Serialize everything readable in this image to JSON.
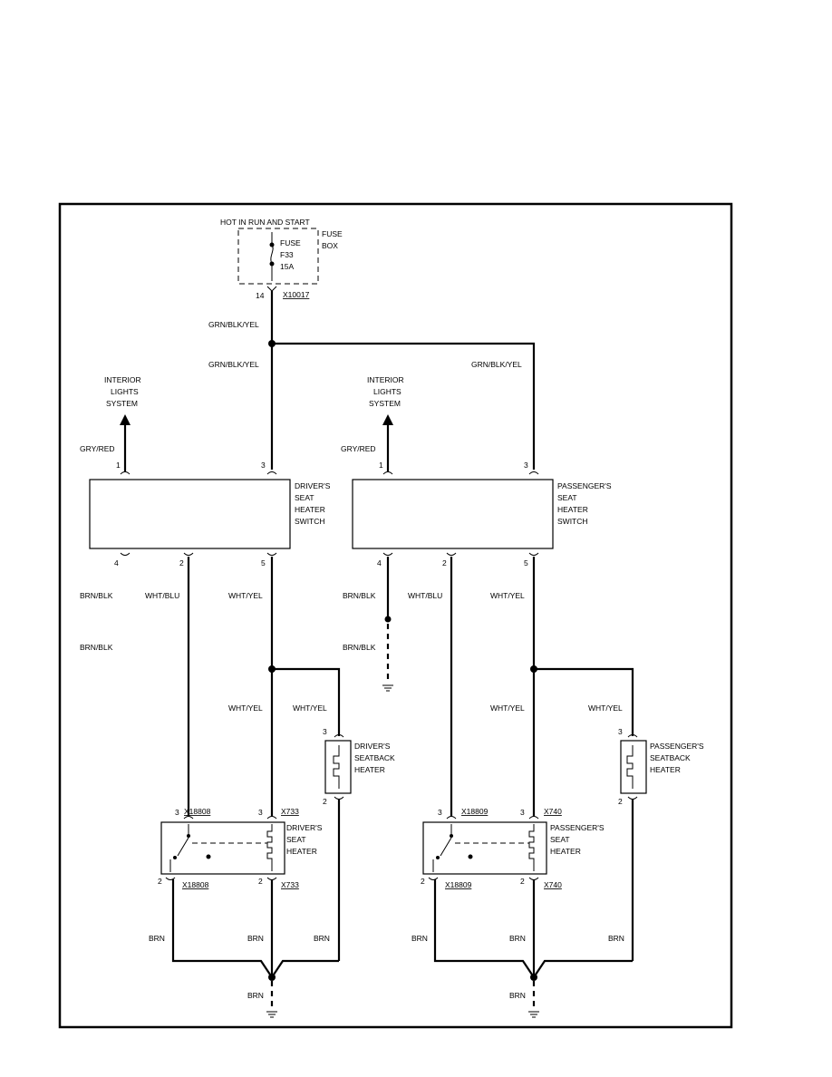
{
  "power": {
    "hot_label": "HOT IN RUN AND START",
    "fuse_box_label_1": "FUSE",
    "fuse_box_label_2": "BOX",
    "fuse_label_1": "FUSE",
    "fuse_label_2": "F33",
    "fuse_label_3": "15A",
    "pin": "14",
    "connector": "X10017"
  },
  "wires": {
    "grn_blk_yel": "GRN/BLK/YEL",
    "gry_red": "GRY/RED",
    "brn_blk": "BRN/BLK",
    "wht_blu": "WHT/BLU",
    "wht_yel": "WHT/YEL",
    "brn": "BRN"
  },
  "interior_lights": [
    "INTERIOR",
    "LIGHTS",
    "SYSTEM"
  ],
  "left": {
    "switch_label": [
      "DRIVER'S",
      "SEAT",
      "HEATER",
      "SWITCH"
    ],
    "pins": {
      "p1": "1",
      "p3": "3",
      "p4": "4",
      "p2": "2",
      "p5": "5"
    },
    "seatback_label": [
      "DRIVER'S",
      "SEATBACK",
      "HEATER"
    ],
    "seatback_pins": {
      "top": "3",
      "bottom": "2"
    },
    "seat_label": [
      "DRIVER'S",
      "SEAT",
      "HEATER"
    ],
    "conn_a": "X18808",
    "conn_b": "X733",
    "conn_pins": {
      "a_top": "3",
      "b_top": "3",
      "a_bot": "2",
      "b_bot": "2"
    }
  },
  "right": {
    "switch_label": [
      "PASSENGER'S",
      "SEAT",
      "HEATER",
      "SWITCH"
    ],
    "pins": {
      "p1": "1",
      "p3": "3",
      "p4": "4",
      "p2": "2",
      "p5": "5"
    },
    "seatback_label": [
      "PASSENGER'S",
      "SEATBACK",
      "HEATER"
    ],
    "seatback_pins": {
      "top": "3",
      "bottom": "2"
    },
    "seat_label": [
      "PASSENGER'S",
      "SEAT",
      "HEATER"
    ],
    "conn_a": "X18809",
    "conn_b": "X740",
    "conn_pins": {
      "a_top": "3",
      "b_top": "3",
      "a_bot": "2",
      "b_bot": "2"
    }
  }
}
